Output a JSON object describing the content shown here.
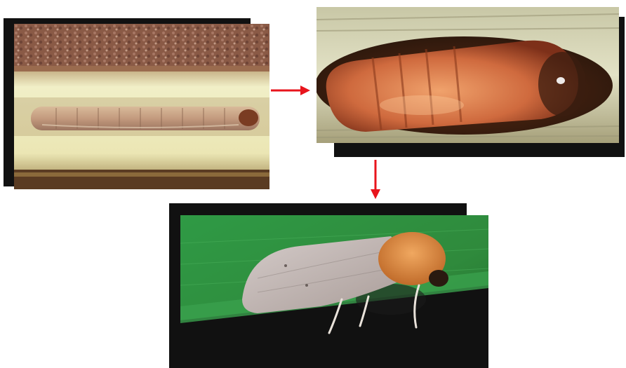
{
  "diagram": {
    "stages": [
      {
        "id": "larva",
        "icon": "caterpillar-in-stem-photo"
      },
      {
        "id": "pupa",
        "icon": "pupa-in-stem-photo"
      },
      {
        "id": "adult",
        "icon": "moth-on-leaf-photo"
      }
    ],
    "connectors": [
      {
        "from": "larva",
        "to": "pupa",
        "direction": "right"
      },
      {
        "from": "pupa",
        "to": "adult",
        "direction": "down"
      }
    ],
    "colors": {
      "arrow": "#e8141c",
      "frame_shadow": "#111111",
      "stem_light": "#f1efc7",
      "leaf_green": "#2f8a3c"
    }
  }
}
